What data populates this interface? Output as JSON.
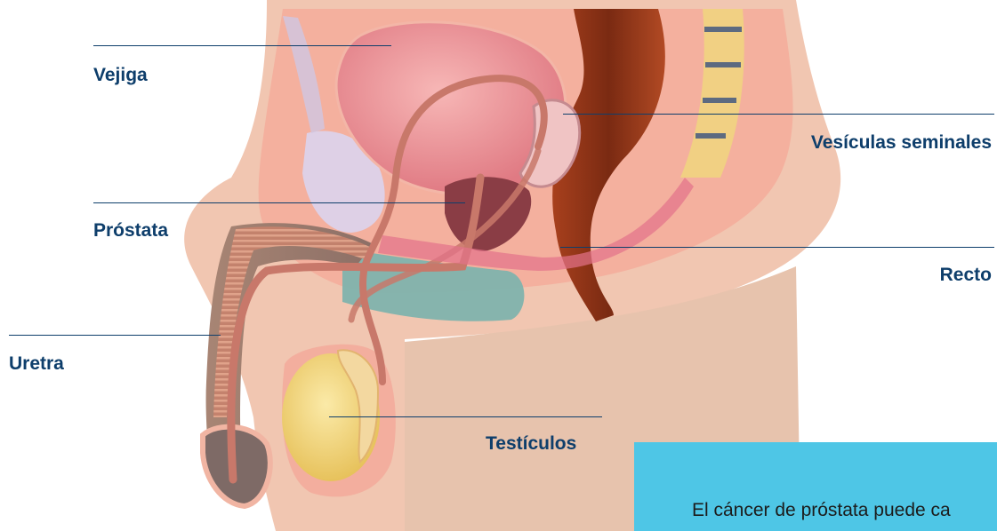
{
  "diagram": {
    "labels": {
      "bladder": "Vejiga",
      "seminal_vesicles": "Vesículas seminales",
      "prostate": "Próstata",
      "rectum": "Recto",
      "urethra": "Uretra",
      "testicles": "Testículos"
    },
    "callout_text": "El cáncer de próstata puede ca",
    "colors": {
      "label_text": "#0e3e6b",
      "leader_line": "#0e3e6b",
      "callout_bg": "#4ec6e6",
      "callout_text": "#1c1c1c",
      "skin": "#f2c7b0",
      "tissue": "#f6a99a",
      "bladder": "#e47f86",
      "prostate": "#8a3d45",
      "rectum": "#8b3318",
      "testicle": "#f1d277",
      "urethra_tube": "#c8786a",
      "corpus_spongiosum": "#7fb2ad"
    }
  }
}
